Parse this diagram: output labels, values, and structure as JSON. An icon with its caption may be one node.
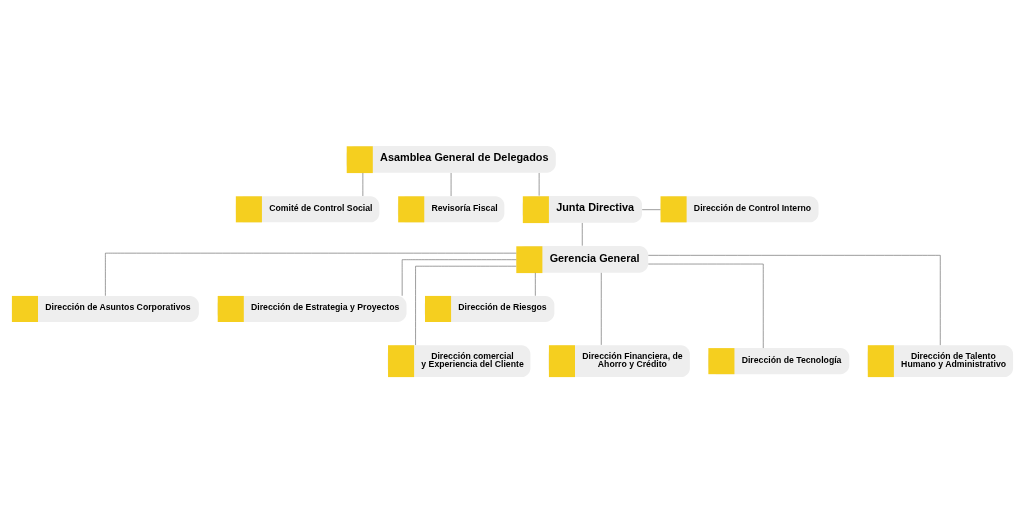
{
  "diagram": {
    "nodes": [
      {
        "text": [
          "Asamblea General de Delegados"
        ]
      },
      {
        "text": [
          "Comité de Control Social"
        ]
      },
      {
        "text": [
          "Revisoría Fiscal"
        ]
      },
      {
        "text": [
          "Junta Directiva"
        ]
      },
      {
        "text": [
          "Dirección de Control Interno"
        ]
      },
      {
        "text": [
          "Gerencia General"
        ]
      },
      {
        "text": [
          "Dirección de Asuntos Corporativos"
        ]
      },
      {
        "text": [
          "Dirección de Estrategia y Proyectos"
        ]
      },
      {
        "text": [
          "Dirección de Riesgos"
        ]
      },
      {
        "text": [
          "Dirección comercial y Experiencia del Cliente"
        ]
      },
      {
        "text": [
          "Dirección Financiera, de Ahorro y Crédito"
        ]
      },
      {
        "text": [
          "Dirección de Tecnología"
        ]
      },
      {
        "text": [
          "Dirección de Talento Humano y Administrativo"
        ]
      }
    ],
    "edges": [
      {
        "from": 0,
        "to": 1,
        "arrow": "none"
      },
      {
        "from": 0,
        "to": 2,
        "arrow": "none"
      },
      {
        "from": 0,
        "to": 3,
        "arrow": "none"
      },
      {
        "from": 3,
        "to": 4,
        "arrow": "none"
      },
      {
        "from": 3,
        "to": 5,
        "arrow": "none"
      },
      {
        "from": 5,
        "to": 6,
        "arrow": "none"
      },
      {
        "from": 5,
        "to": 7,
        "arrow": "none"
      },
      {
        "from": 5,
        "to": 8,
        "arrow": "none"
      },
      {
        "from": 5,
        "to": 9,
        "arrow": "none"
      },
      {
        "from": 5,
        "to": 10,
        "arrow": "none"
      },
      {
        "from": 5,
        "to": 11,
        "arrow": "none"
      },
      {
        "from": 5,
        "to": 12,
        "arrow": "none"
      }
    ]
  }
}
